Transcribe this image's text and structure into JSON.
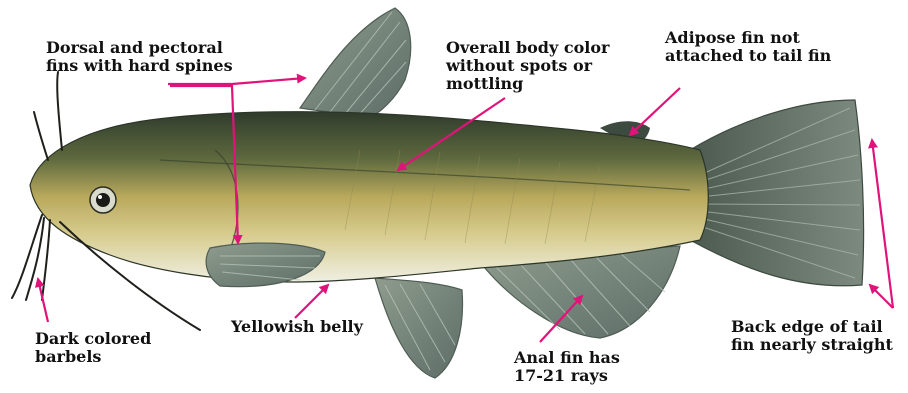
{
  "colors": {
    "arrow": "#e0137a",
    "label_text": "#111111",
    "background": "#ffffff",
    "body_dark": "#3d4a35",
    "body_mid": "#8a8a4a",
    "body_light": "#c9b86a",
    "belly": "#eeeedd",
    "fin": "#6f8078"
  },
  "labels": {
    "dorsal_pectoral": [
      "Dorsal and pectoral",
      "fins with hard spines"
    ],
    "body_color": [
      "Overall body color",
      "without spots or",
      "mottling"
    ],
    "adipose": [
      "Adipose fin not",
      "attached to tail fin"
    ],
    "barbels": [
      "Dark colored",
      "barbels"
    ],
    "belly": [
      "Yellowish belly"
    ],
    "anal_fin": [
      "Anal fin has",
      "17-21 rays"
    ],
    "tail_edge": [
      "Back edge of tail",
      "fin nearly straight"
    ]
  }
}
